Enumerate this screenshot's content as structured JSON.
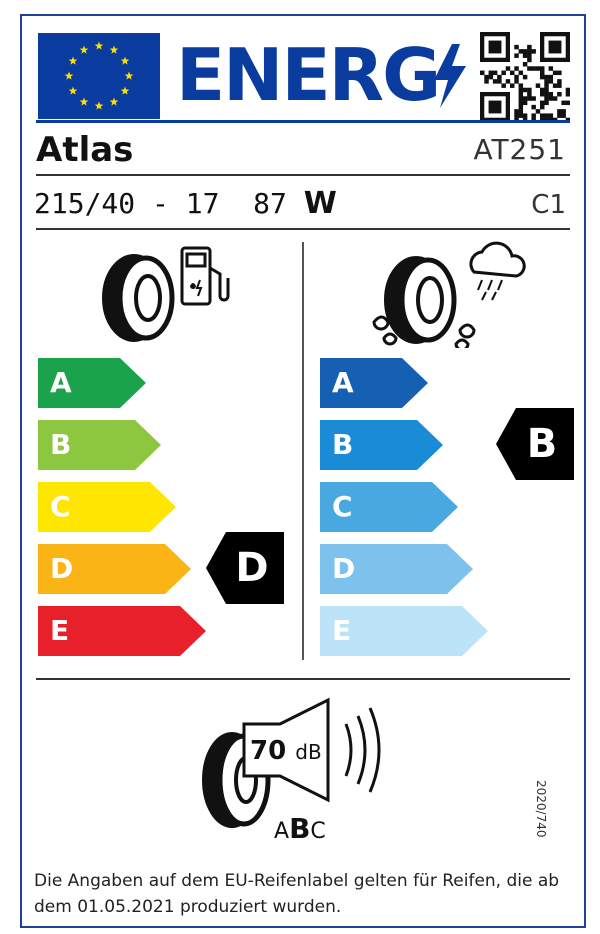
{
  "header": {
    "energy_word": "ENERG",
    "flag_color": "#0a3ca0",
    "star_color": "#ffdd00"
  },
  "tyre": {
    "brand": "Atlas",
    "model": "AT251",
    "size": "215/40 - 17",
    "load_index": "87",
    "speed_symbol": "W",
    "tyre_class": "C1"
  },
  "fuel_efficiency": {
    "icon": "fuel-pump-icon",
    "classes": [
      {
        "label": "A",
        "color": "#1aa34a"
      },
      {
        "label": "B",
        "color": "#8dc63f"
      },
      {
        "label": "C",
        "color": "#ffe600"
      },
      {
        "label": "D",
        "color": "#fbb415"
      },
      {
        "label": "E",
        "color": "#e7202a"
      }
    ],
    "rating": "D"
  },
  "wet_grip": {
    "icon": "rain-cloud-icon",
    "classes": [
      {
        "label": "A",
        "color": "#1660b3"
      },
      {
        "label": "B",
        "color": "#1a8bd6"
      },
      {
        "label": "C",
        "color": "#4aa8e0"
      },
      {
        "label": "D",
        "color": "#7cc2ec"
      },
      {
        "label": "E",
        "color": "#bde3f8"
      }
    ],
    "rating": "B"
  },
  "noise": {
    "value": "70",
    "unit": "dB",
    "classes": [
      "A",
      "B",
      "C"
    ],
    "selected": "B"
  },
  "regulation": "2020/740",
  "footer": "Die Angaben auf dem EU-Reifenlabel gelten für Reifen, die ab dem 01.05.2021 produziert wurden."
}
